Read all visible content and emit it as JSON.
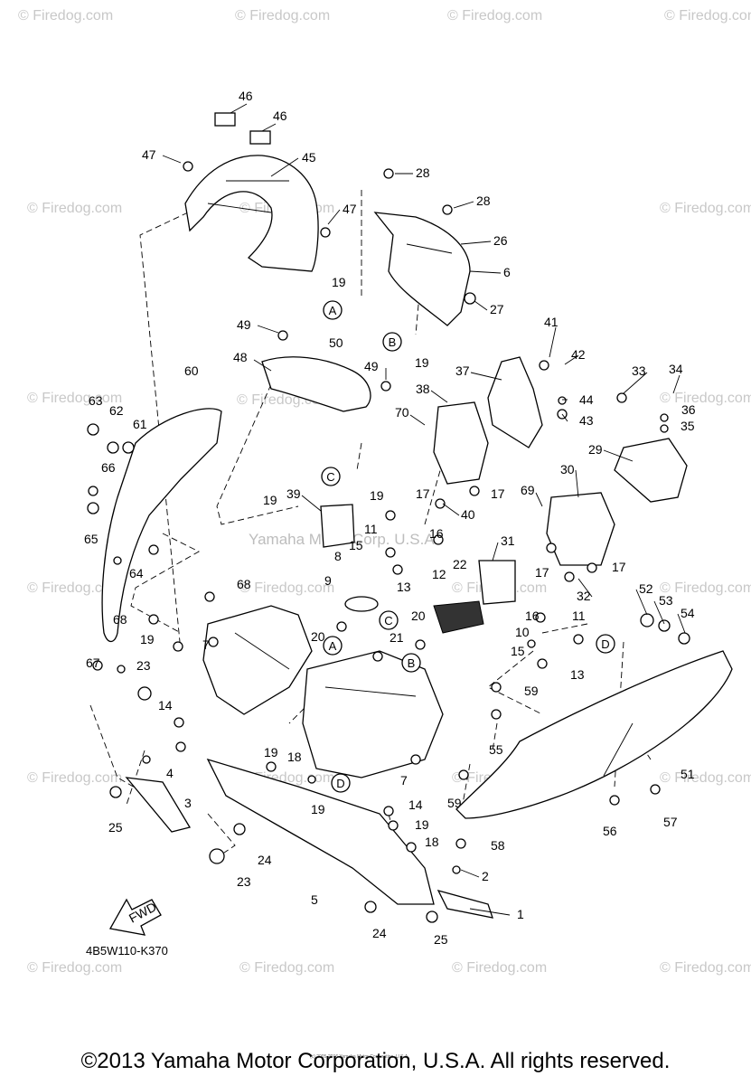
{
  "diagram": {
    "part_code": "4B5W110-K370",
    "fwd_label": "FWD",
    "center_watermark": "Yamaha Motor Corp. U.S.A.",
    "tiny_caption": "(c) 2005-2016 Yamaha Motor Corporation, U.S.A.",
    "copyright": "©2013 Yamaha Motor Corporation, U.S.A. All rights reserved.",
    "watermark": "© Firedog.com",
    "part_numbers": [
      "1",
      "2",
      "3",
      "4",
      "5",
      "6",
      "7",
      "8",
      "9",
      "10",
      "11",
      "12",
      "13",
      "14",
      "15",
      "16",
      "17",
      "18",
      "19",
      "20",
      "21",
      "22",
      "23",
      "24",
      "25",
      "26",
      "27",
      "28",
      "29",
      "30",
      "31",
      "32",
      "33",
      "34",
      "35",
      "36",
      "37",
      "38",
      "39",
      "40",
      "41",
      "42",
      "43",
      "44",
      "45",
      "46",
      "47",
      "48",
      "49",
      "50",
      "51",
      "52",
      "53",
      "54",
      "55",
      "56",
      "57",
      "58",
      "59",
      "60",
      "61",
      "62",
      "63",
      "64",
      "65",
      "66",
      "67",
      "68",
      "69",
      "70"
    ],
    "reference_letters": [
      "A",
      "B",
      "C",
      "D"
    ]
  }
}
